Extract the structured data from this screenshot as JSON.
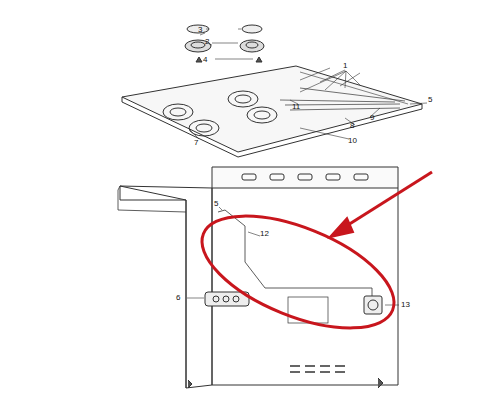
{
  "diagram": {
    "labels": [
      "3",
      "2",
      "4",
      "1",
      "5",
      "11",
      "9",
      "8",
      "7",
      "10",
      "5",
      "12",
      "6",
      "13"
    ]
  }
}
